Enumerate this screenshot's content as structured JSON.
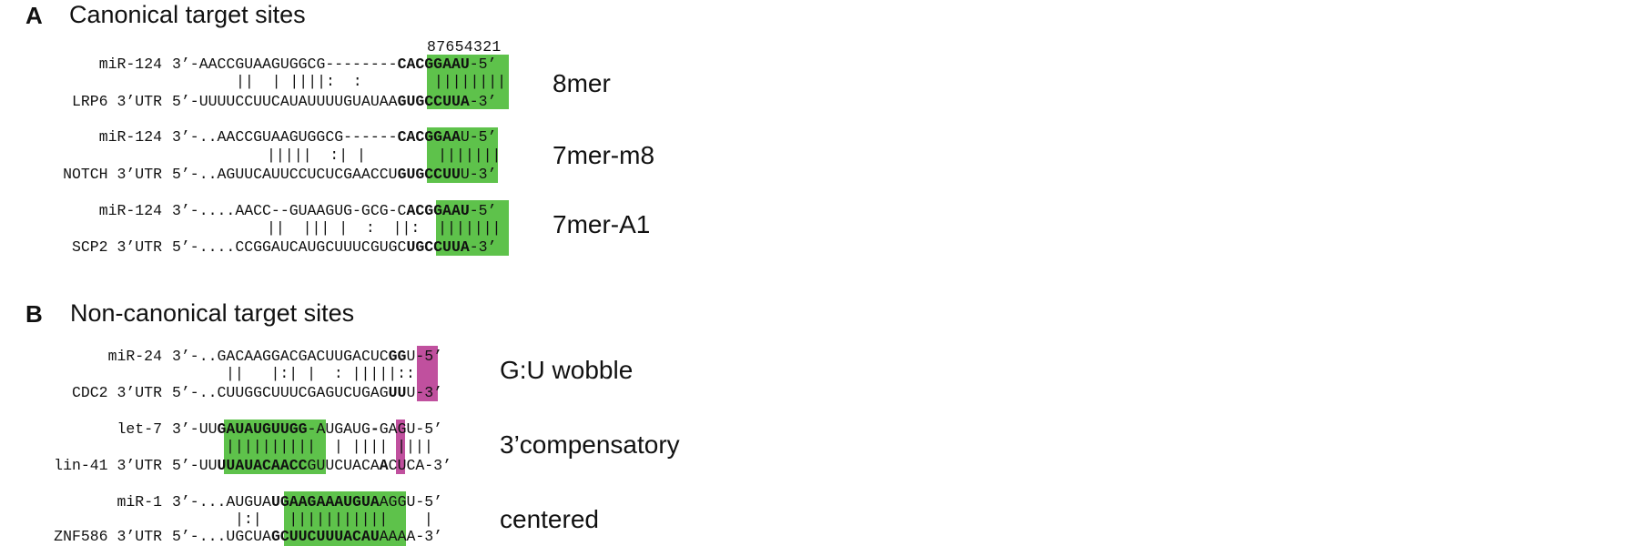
{
  "panel_a": {
    "letter": "A",
    "title": "Canonical target sites",
    "seed_numbers": "87654321",
    "sites": [
      {
        "mirna_name": "miR-124",
        "mirna_prefix": "3’-",
        "mirna_seq_plain": "AACCGUAAGUGGCG--------",
        "mirna_seq_bold": "CACGGAAU",
        "mirna_suffix": "-5’",
        "pairing": "||  | ||||:  :        ||||||||",
        "target_name": "LRP6 3’UTR",
        "target_prefix": "5’-",
        "target_seq_plain": "UUUUCCUUCAUAUUUUGUAUAA",
        "target_seq_bold": "GUGCCUUA",
        "target_suffix": "-3’",
        "site_type": "8mer"
      },
      {
        "mirna_name": "miR-124",
        "mirna_prefix": "3’-..",
        "mirna_seq_plain": "AACCGUAAGUGGCG------",
        "mirna_seq_bold": "CACGGAA",
        "mirna_suffix": "U-5’",
        "pairing": "|||||  :| |        |||||||",
        "target_name": "NOTCH 3’UTR",
        "target_prefix": "5’-..",
        "target_seq_plain": "AGUUCAUUCCUCUCGAACCU",
        "target_seq_bold": "GUGCCUU",
        "target_suffix": "U-3’",
        "site_type": "7mer-m8"
      },
      {
        "mirna_name": "miR-124",
        "mirna_prefix": "3’-....",
        "mirna_seq_plain": "AACC--GUAAGUG-GCG-C",
        "mirna_seq_bold": "ACGGAAU",
        "mirna_suffix": "-5’",
        "pairing": "||  ||| |  :  ||:  |||||||",
        "target_name": "SCP2 3’UTR",
        "target_prefix": "5’-....",
        "target_seq_plain": "CCGGAUCAUGCUUUCGUGC",
        "target_seq_bold": "UGCCUUA",
        "target_suffix": "-3’",
        "site_type": "7mer-A1"
      }
    ]
  },
  "panel_b": {
    "letter": "B",
    "title": "Non-canonical target sites",
    "sites": [
      {
        "mirna_name": "miR-24",
        "mirna_line": "3’-..GACAAGGACGACUUGACUC|GG|U-5’",
        "mirna_prefix": "3’-..",
        "mirna_seq_plain": "GACAAGGACGACUUGACUC",
        "mirna_seq_bold": "GG",
        "mirna_suffix": "U-5’",
        "pairing": "||   |:| |  : |||||::",
        "target_name": "CDC2 3’UTR",
        "target_prefix": "5’-..",
        "target_seq_plain": "CUUGGCUUUCGAGUCUGAG",
        "target_seq_bold": "UU",
        "target_suffix": "U-3’",
        "site_type": "G:U wobble"
      },
      {
        "mirna_name": "let-7",
        "mirna_prefix": "3’-UU",
        "mirna_seq_bold1": "GAUAUGUUGG",
        "mirna_seq_mid": "-AUGAUG",
        "mirna_seq_bold2": "-",
        "mirna_suffix": "GAGU-5’",
        "pairing": "||||||||||  | |||| ||||",
        "target_name": "lin-41 3’UTR",
        "target_prefix": "5’-UU",
        "target_seq_bold1": "UUAUACAACC",
        "target_seq_mid": "GUUCUACA",
        "target_seq_bold2": "A",
        "target_suffix": "CUCA-3’",
        "site_type": "3’compensatory"
      },
      {
        "mirna_name": "miR-1",
        "mirna_prefix": "3’-...",
        "mirna_seq_plain": "AUGUA",
        "mirna_seq_bold": "UGAAGAAAUGUA",
        "mirna_suffix": "AGGU-5’",
        "pairing": "|:|   |||||||||||    |",
        "target_name": "ZNF586 3’UTR",
        "target_prefix": "5’-...",
        "target_seq_plain": "UGCUA",
        "target_seq_bold": "GCUUCUUUACAU",
        "target_suffix": "AAAA-3’",
        "site_type": "centered"
      }
    ]
  },
  "colors": {
    "seed_match": "#5ec24b",
    "wobble_bulge": "#c0509e"
  }
}
